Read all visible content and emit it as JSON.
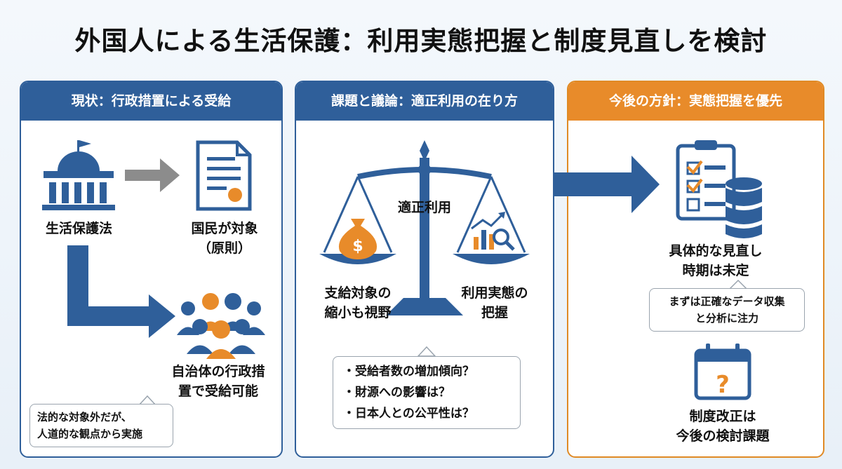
{
  "title": "外国人による生活保護：利用実態把握と制度見直しを検討",
  "colors": {
    "blue": "#2f5f9a",
    "orange": "#e88b2a",
    "gray": "#8c8c8c"
  },
  "panels": [
    {
      "header": "現状：行政措置による受給",
      "items": {
        "law": "生活保護法",
        "citizens": "国民が対象\n（原則）",
        "municipal": "自治体の行政措\n置で受給可能"
      },
      "callout": [
        "法的な対象外だが、",
        "人道的な観点から実施"
      ]
    },
    {
      "header": "課題と議論：適正利用の在り方",
      "scale_center": "適正利用",
      "left_pan": "支給対象の\n縮小も視野",
      "right_pan": "利用実態の\n把握",
      "bullets": [
        "・受給者数の増加傾向？",
        "・財源への影響は？",
        "・日本人との公平性は？"
      ]
    },
    {
      "header": "今後の方針：実態把握を優先",
      "review": "具体的な見直し\n時期は未定",
      "callout": [
        "まずは正確なデータ収集",
        "と分析に注力"
      ],
      "reform": "制度改正は\n今後の検討課題"
    }
  ],
  "icons": [
    "government-building-icon",
    "document-certificate-icon",
    "people-group-icon",
    "balance-scale-icon",
    "money-bag-icon",
    "chart-magnifier-icon",
    "checklist-clipboard-icon",
    "database-icon",
    "calendar-question-icon"
  ]
}
